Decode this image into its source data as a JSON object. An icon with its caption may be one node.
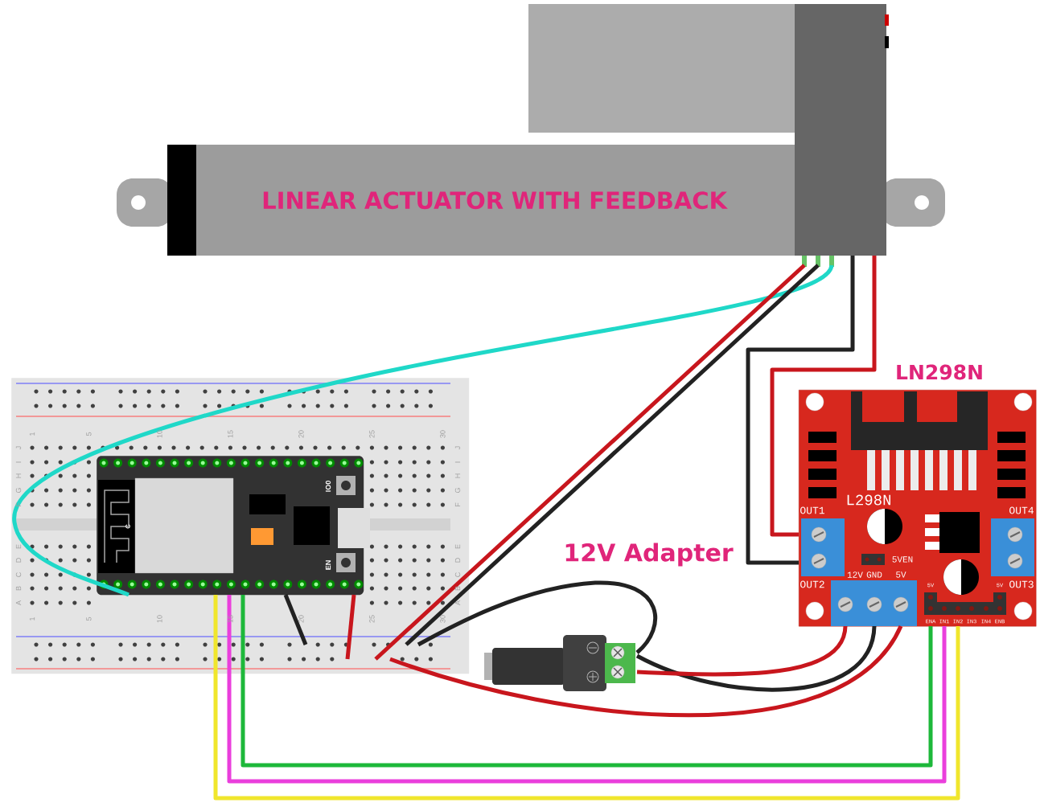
{
  "diagram": {
    "nodes": [
      {
        "text": [
          "LINEAR ACTUATOR WITH FEEDBACK"
        ]
      },
      {
        "text": [],
        "shape": "picture"
      },
      {
        "text": [
          "C",
          "IO0",
          "EN"
        ],
        "in": 1
      },
      {
        "text": [
          "L298N",
          "OUT1",
          "OUT4",
          "5VEN",
          "12V",
          "GND",
          "5V",
          "OUT2",
          "5V",
          "5V",
          "OUT3",
          "ENA",
          "IN1",
          "IN2",
          "IN3",
          "IN4",
          "ENB"
        ],
        "beside": [
          "LN298N"
        ]
      },
      {
        "text": [],
        "shape": "picture",
        "beside": [
          "12V Adapter"
        ]
      }
    ],
    "edges": [
      {
        "from": 0,
        "to": 2,
        "arrow": "none",
        "color": "#1fd8c8"
      },
      {
        "from": 0,
        "to": 1,
        "arrow": "none",
        "color": "#c8161d"
      },
      {
        "from": 0,
        "to": 1,
        "arrow": "none",
        "color": "#222222"
      },
      {
        "from": 0,
        "to": 3,
        "arrow": "none",
        "color": "#222222"
      },
      {
        "from": 0,
        "to": 3,
        "arrow": "none",
        "color": "#c8161d"
      },
      {
        "from": 2,
        "to": 1,
        "arrow": "none",
        "color": "#222222"
      },
      {
        "from": 2,
        "to": 1,
        "arrow": "none",
        "color": "#c8161d"
      },
      {
        "from": 4,
        "to": 1,
        "arrow": "none",
        "color": "#222222"
      },
      {
        "from": 4,
        "to": 3,
        "arrow": "none",
        "color": "#222222"
      },
      {
        "from": 4,
        "to": 3,
        "arrow": "none",
        "color": "#c8161d"
      },
      {
        "from": 1,
        "to": 3,
        "arrow": "none",
        "color": "#c8161d"
      },
      {
        "from": 2,
        "to": 3,
        "arrow": "none",
        "color": "#1db83a"
      },
      {
        "from": 2,
        "to": 3,
        "arrow": "none",
        "color": "#ea3fdc"
      },
      {
        "from": 2,
        "to": 3,
        "arrow": "none",
        "color": "#f0e62c"
      }
    ],
    "labels": [
      "1",
      "5",
      "10",
      "15",
      "20",
      "25",
      "30",
      "J",
      "I",
      "H",
      "G",
      "F",
      "E",
      "D",
      "C",
      "B",
      "A",
      "J",
      "I",
      "H",
      "G",
      "F",
      "E",
      "D",
      "C",
      "B",
      "A",
      "1",
      "5",
      "10",
      "15",
      "20",
      "25",
      "30"
    ]
  }
}
